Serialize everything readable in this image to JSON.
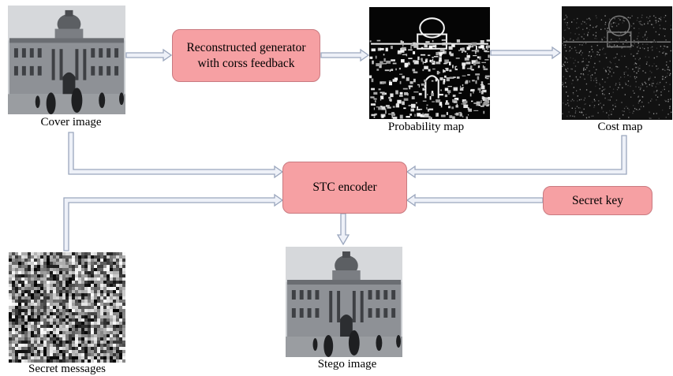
{
  "diagram": {
    "boxes": {
      "generator": "Reconstructed generator\nwith corss feedback",
      "stc": "STC encoder",
      "key": "Secret key"
    },
    "captions": {
      "cover": "Cover image",
      "probability": "Probability map",
      "cost": "Cost map",
      "secret": "Secret messages",
      "stego": "Stego image"
    }
  },
  "colors": {
    "box_fill": "#f6a0a3",
    "box_border": "#c97a80",
    "arrow_fill": "#eef1f8",
    "arrow_stroke": "#9aa6bd"
  }
}
